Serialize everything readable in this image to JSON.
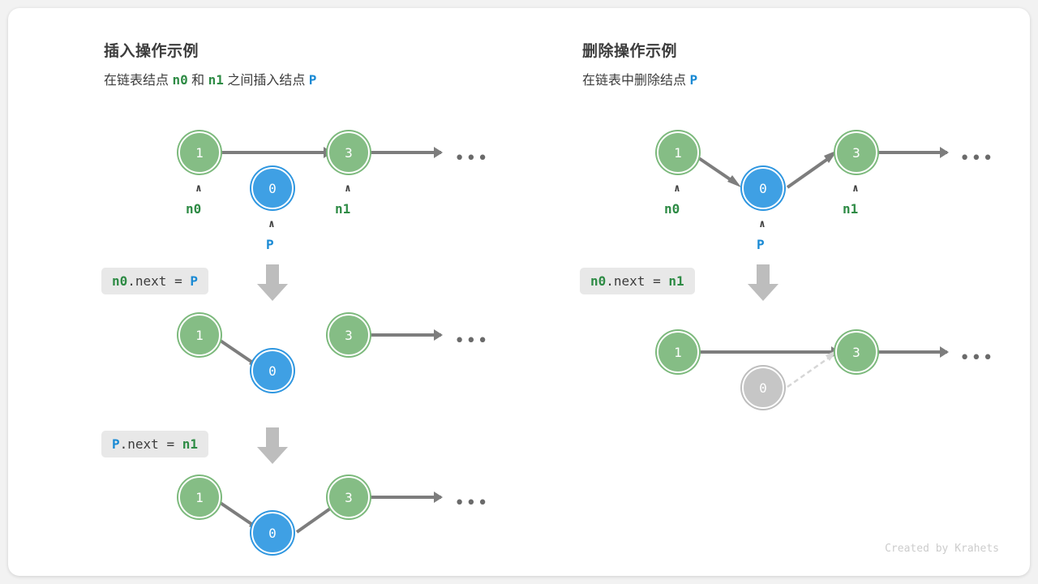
{
  "panels": [
    {
      "title": "插入操作示例",
      "subtitle_parts": [
        {
          "t": "在链表结点 ",
          "k": "plain"
        },
        {
          "t": "n0",
          "k": "n"
        },
        {
          "t": " 和 ",
          "k": "plain"
        },
        {
          "t": "n1",
          "k": "n"
        },
        {
          "t": " 之间插入结点 ",
          "k": "plain"
        },
        {
          "t": "P",
          "k": "p"
        }
      ],
      "subtitle_text": "在链表结点 n0 和 n1 之间插入结点 P",
      "steps": [
        {
          "code_parts": [
            {
              "t": "n0",
              "k": "n"
            },
            {
              "t": ".next = ",
              "k": "plain"
            },
            {
              "t": "P",
              "k": "p"
            }
          ],
          "code_text": "n0.next = P"
        },
        {
          "code_parts": [
            {
              "t": "P",
              "k": "p"
            },
            {
              "t": ".next = ",
              "k": "plain"
            },
            {
              "t": "n1",
              "k": "n"
            }
          ],
          "code_text": "P.next = n1"
        }
      ]
    },
    {
      "title": "删除操作示例",
      "subtitle_parts": [
        {
          "t": "在链表中删除结点 ",
          "k": "plain"
        },
        {
          "t": "P",
          "k": "p"
        }
      ],
      "subtitle_text": "在链表中删除结点 P",
      "steps": [
        {
          "code_parts": [
            {
              "t": "n0",
              "k": "n"
            },
            {
              "t": ".next = ",
              "k": "plain"
            },
            {
              "t": "n1",
              "k": "n"
            }
          ],
          "code_text": "n0.next = n1"
        }
      ]
    }
  ],
  "nodes": {
    "v1": "1",
    "v3": "3",
    "v0": "0"
  },
  "pointers": {
    "n0": "n0",
    "n1": "n1",
    "p": "P",
    "caret": "∧"
  },
  "ellipsis": "•••",
  "colors": {
    "node_green": "#85bd85",
    "node_blue": "#3fa0e4",
    "node_gray": "#c6c6c6",
    "arrow": "#7d7d7d",
    "arrow_dashed": "#d3d3d3",
    "label_green": "#2e8b45",
    "label_blue": "#1a8ad4",
    "chip_bg": "#e8e8e8",
    "card_bg": "#ffffff",
    "page_bg": "#f2f2f2"
  },
  "credit": "Created by Krahets"
}
